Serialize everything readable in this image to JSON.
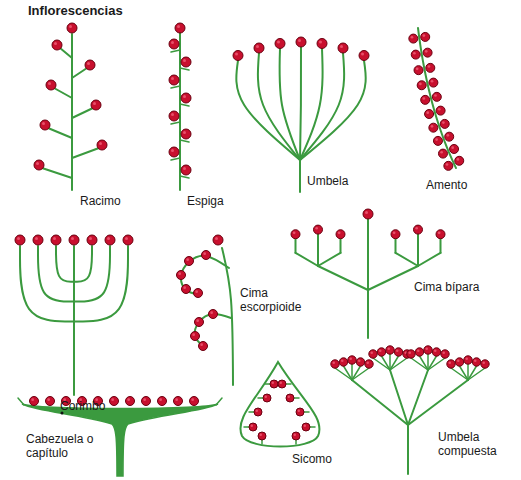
{
  "diagram": {
    "title": "Inflorescencias",
    "labels": [
      "Racimo",
      "Espiga",
      "Umbela",
      "Amento",
      "Corimbo",
      "Cima escorpioide",
      "Cima bípara",
      "Cabezuela o capítulo",
      "Sicomo",
      "Umbela compuesta"
    ]
  }
}
